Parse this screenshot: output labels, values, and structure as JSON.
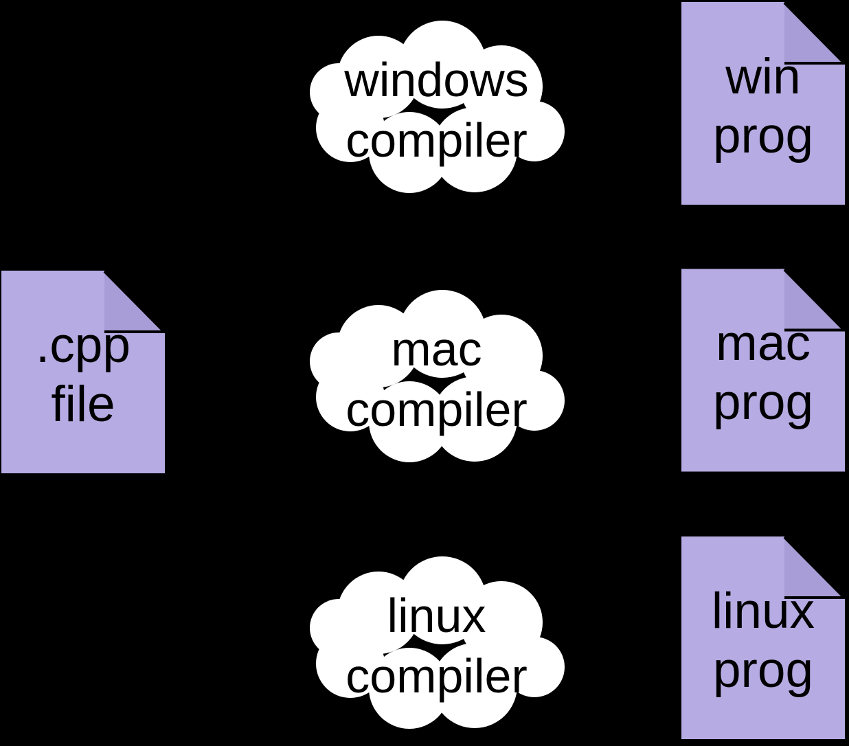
{
  "colors": {
    "background": "#000000",
    "document_fill": "#b6ace3",
    "document_fold_fill": "#a89dd6",
    "document_outline": "#000000",
    "cloud_fill": "#ffffff",
    "label_text": "#000000"
  },
  "source_document": {
    "line1": ".cpp",
    "line2": "file"
  },
  "compilers": [
    {
      "line1": "windows",
      "line2": "compiler"
    },
    {
      "line1": "mac",
      "line2": "compiler"
    },
    {
      "line1": "linux",
      "line2": "compiler"
    }
  ],
  "output_documents": [
    {
      "line1": "win",
      "line2": "prog"
    },
    {
      "line1": "mac",
      "line2": "prog"
    },
    {
      "line1": "linux",
      "line2": "prog"
    }
  ]
}
